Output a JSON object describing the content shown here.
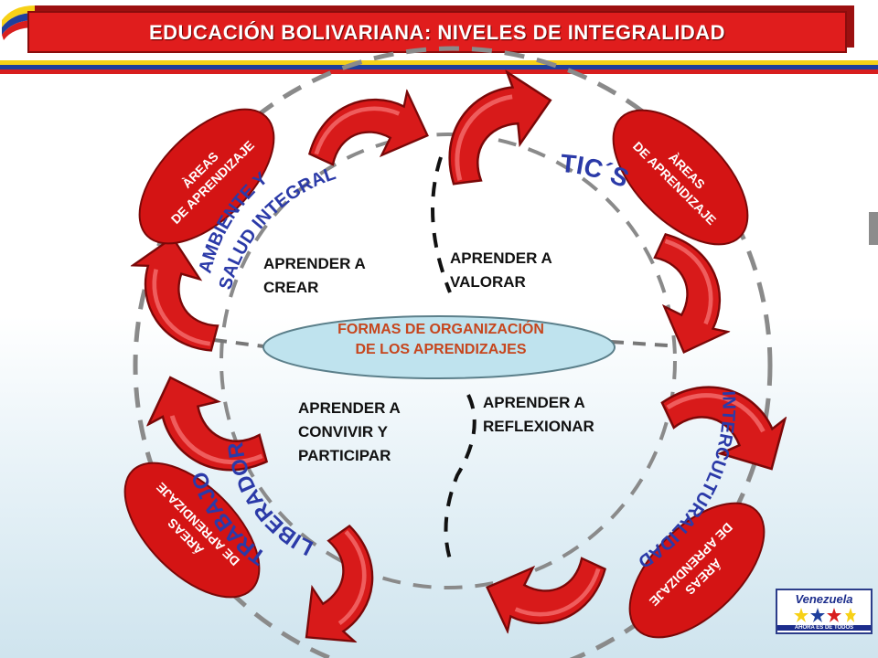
{
  "header": {
    "title": "EDUCACIÓN BOLIVARIANA: NIVELES DE INTEGRALIDAD"
  },
  "diagram": {
    "center": [
      "FORMAS DE ORGANIZACIÓN",
      "DE LOS APRENDIZAJES"
    ],
    "areas": [
      "ÀREAS",
      "DE APRENDIZAJE"
    ],
    "areas_bottom_left": [
      "ÁREAS",
      "DE APRENDIZAJE"
    ],
    "areas_bottom_right": [
      "ÁREAS",
      "DE APRENDIZAJE"
    ],
    "axes": {
      "ambiente_line1": "AMBIENTE Y",
      "ambiente_line2": "SALUD INTEGRAL",
      "tics": "TIC´S",
      "trabajo_line1": "TRABAJO",
      "trabajo_line2": "LIBERADOR",
      "intercultural": "INTERCULTURALIDAD"
    },
    "learning": {
      "crear": [
        "APRENDER A",
        "CREAR"
      ],
      "valorar": [
        "APRENDER A",
        "VALORAR"
      ],
      "convivir": [
        "APRENDER A",
        "CONVIVIR Y",
        "PARTICIPAR"
      ],
      "reflexionar": [
        "APRENDER A",
        "REFLEXIONAR"
      ]
    }
  },
  "logo": {
    "name": "Venezuela",
    "tagline": "AHORA ES DE TODOS"
  },
  "colors": {
    "flag_yellow": "#f7d117",
    "flag_blue": "#1f3f9c",
    "flag_red": "#d81e1e",
    "arrow_red": "#d81a1a",
    "ellipse_red": "#d41414",
    "axis_text": "#2b3aa8",
    "center_fill": "#bfe3ee"
  }
}
